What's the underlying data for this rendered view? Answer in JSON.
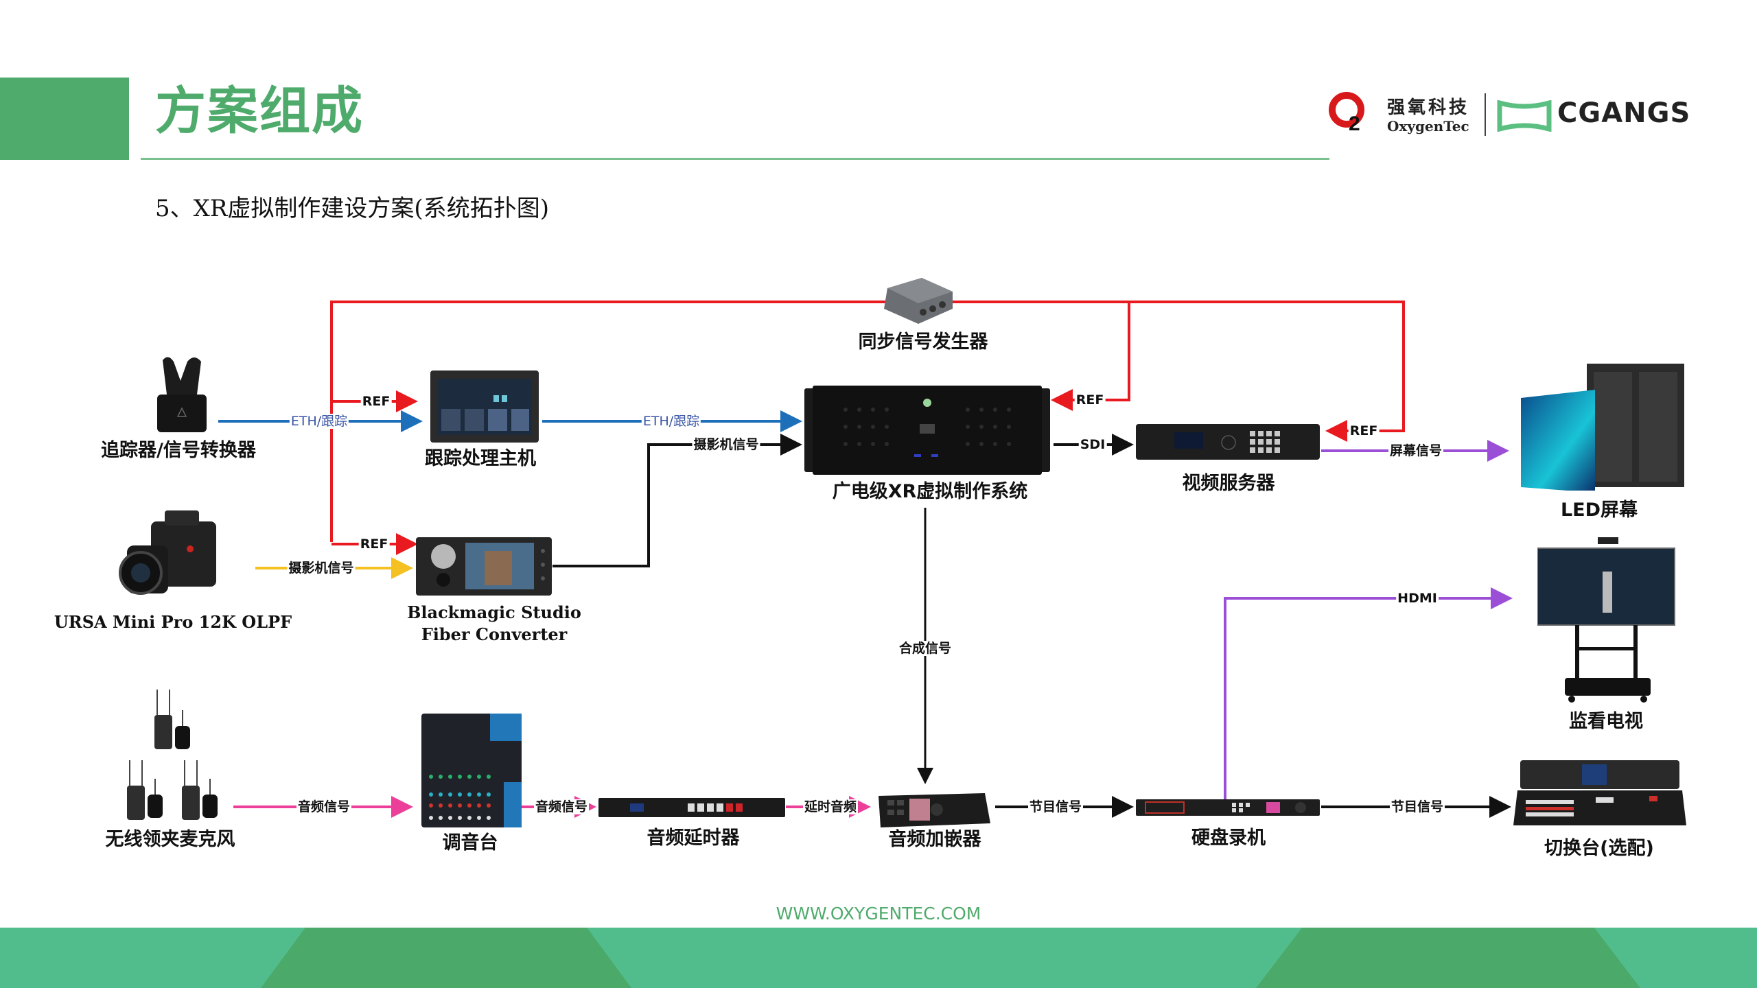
{
  "header": {
    "title": "方案组成",
    "subtitle": "5、XR虚拟制作建设方案(系统拓扑图)",
    "logo_cn": "强氧科技",
    "logo_en": "OxygenTec",
    "logo_partner": "CGANGS"
  },
  "colors": {
    "brand_green": "#4fab6c",
    "ref": "#e8191f",
    "eth": "#1e6fba",
    "camera": "#f5c021",
    "audio": "#ec3f9a",
    "screen": "#9b4fd6",
    "signal": "#111111"
  },
  "devices": {
    "tracker": "追踪器/信号转换器",
    "tracking_host": "跟踪处理主机",
    "sync_gen": "同步信号发生器",
    "xr_system": "广电级XR虚拟制作系统",
    "video_server": "视频服务器",
    "led": "LED屏幕",
    "camera": "URSA Mini Pro 12K OLPF",
    "fiber_line1": "Blackmagic Studio",
    "fiber_line2": "Fiber Converter",
    "monitor_tv": "监看电视",
    "mic": "无线领夹麦克风",
    "mixer": "调音台",
    "delay": "音频延时器",
    "embedder": "音频加嵌器",
    "recorder": "硬盘录机",
    "switcher": "切换台(选配)"
  },
  "links": {
    "ref": "REF",
    "eth": "ETH/跟踪",
    "camera_signal": "摄影机信号",
    "sdi": "SDI",
    "screen_signal": "屏幕信号",
    "composite": "合成信号",
    "hdmi": "HDMI",
    "audio_signal": "音频信号",
    "delayed_audio": "延时音频",
    "program_signal": "节目信号"
  },
  "footer": {
    "url": "WWW.OXYGENTEC.COM"
  }
}
